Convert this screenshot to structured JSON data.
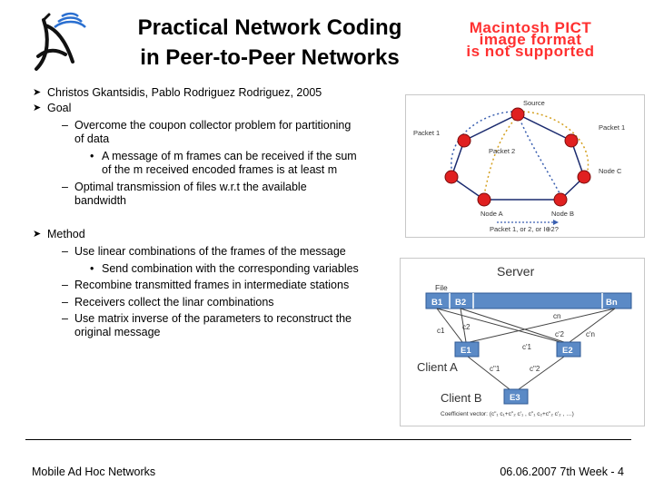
{
  "title": {
    "line1": "Practical Network Coding",
    "line2": "in Peer-to-Peer Networks"
  },
  "placeholder_image": {
    "lines": [
      "Macintosh PICT",
      "image format",
      "is not supported"
    ]
  },
  "bullets": {
    "authors": "Christos Gkantsidis, Pablo Rodriguez Rodriguez, 2005",
    "goal": "Goal",
    "goal_item1_a": "Overcome the coupon collector problem for partitioning",
    "goal_item1_b": "of data",
    "goal_sub1_a": "A message of m frames can be received if the sum",
    "goal_sub1_b": "of the m received encoded frames is at least m",
    "goal_item2_a": "Optimal transmission of files w.r.t the available",
    "goal_item2_b": "bandwidth",
    "method": "Method",
    "method_item1": "Use linear combinations of the frames of the message",
    "method_sub1": "Send combination with the corresponding variables",
    "method_item2": "Recombine transmitted frames in intermediate stations",
    "method_item3": "Receivers collect the linar combinations",
    "method_item4_a": "Use matrix inverse of the parameters to reconstruct the",
    "method_item4_b": "original message"
  },
  "diagram1": {
    "source": "Source",
    "packet1_left": "Packet 1",
    "packet1_right": "Packet 1",
    "packet2": "Packet 2",
    "node_c": "Node C",
    "node_a": "Node A",
    "node_b": "Node B",
    "caption": "Packet 1, or 2, or I⊕2?",
    "node_color": "#e02020"
  },
  "diagram2": {
    "server": "Server",
    "file": "File",
    "b1": "B1",
    "b2": "B2",
    "bn": "Bn",
    "cn": "cn",
    "c1": "c1",
    "c2": "c2",
    "cp2": "c'2",
    "cpn": "c'n",
    "cp1": "c'1",
    "e1": "E1",
    "e2": "E2",
    "client_a": "Client A",
    "cpp1": "c\"1",
    "cpp2": "c\"2",
    "client_b": "Client B",
    "e3": "E3",
    "coefficient_vector": "Coefficient vector: (c\"₁ c₁+c\"₂ c'₁ , c\"₁ c₂+c\"₂ c'₂ , …)",
    "box_color": "#4a7ebb"
  },
  "footer": {
    "left": "Mobile Ad Hoc Networks",
    "right": "06.06.2007 7th Week - 4"
  }
}
